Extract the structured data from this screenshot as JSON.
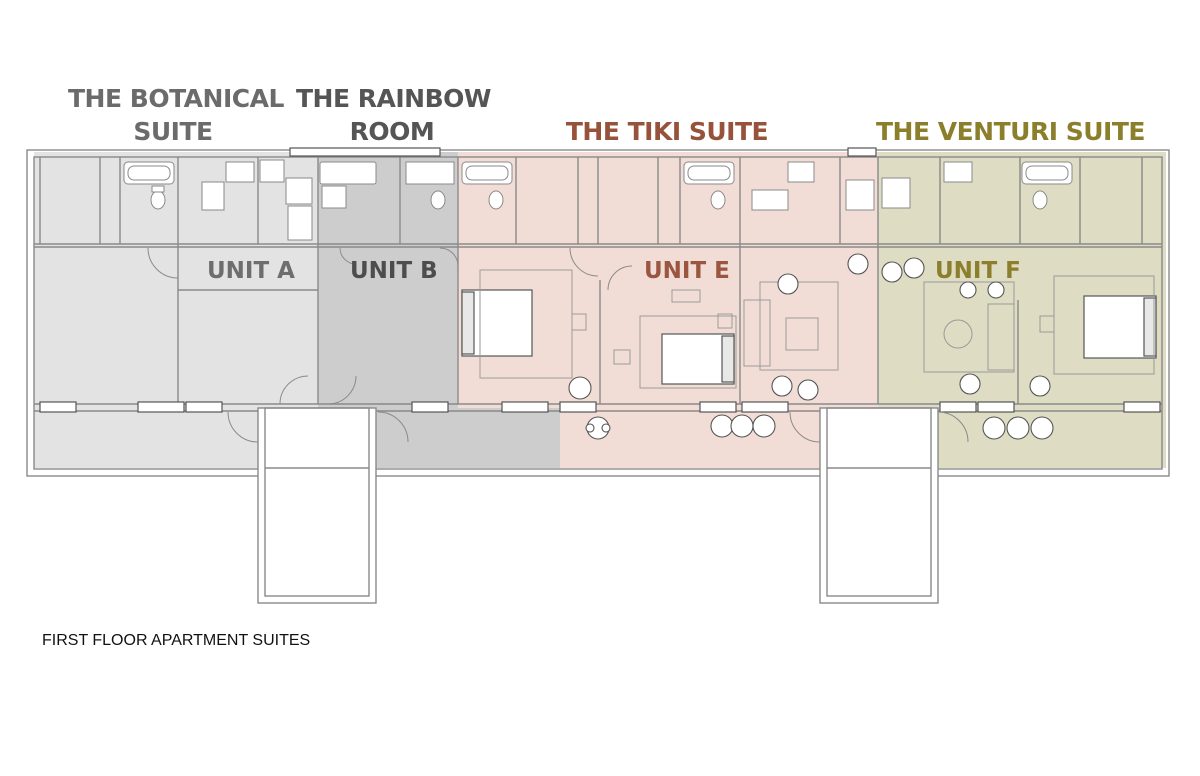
{
  "suites": {
    "botanical": {
      "line1": "THE BOTANICAL",
      "line2": "SUITE",
      "color": "#6b6b6b",
      "fill": "#e3e3e3"
    },
    "rainbow": {
      "line1": "THE RAINBOW",
      "line2": "ROOM",
      "color": "#555555",
      "fill": "#cdcdcd"
    },
    "tiki": {
      "title": "THE TIKI SUITE",
      "color": "#96523a",
      "fill": "#f1ddd6"
    },
    "venturi": {
      "title": "THE VENTURI SUITE",
      "color": "#8c7f2c",
      "fill": "#dedcc2"
    }
  },
  "units": {
    "a": {
      "label": "UNIT A",
      "color": "#6e6e6e"
    },
    "b": {
      "label": "UNIT B",
      "color": "#4d4d4d"
    },
    "e": {
      "label": "UNIT E",
      "color": "#9a5640"
    },
    "f": {
      "label": "UNIT F",
      "color": "#8c7f2c"
    }
  },
  "caption": "FIRST FLOOR APARTMENT SUITES"
}
